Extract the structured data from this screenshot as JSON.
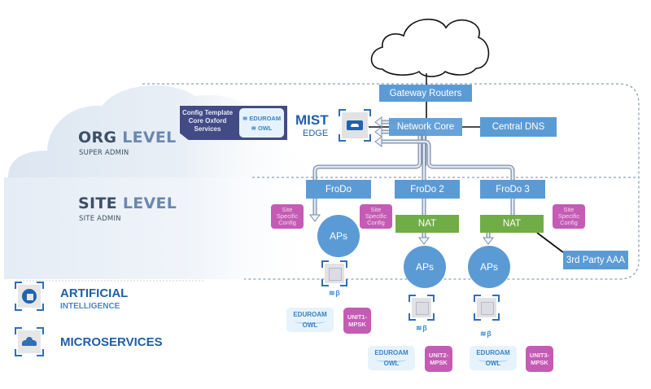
{
  "levels": {
    "org": {
      "title_dark": "ORG",
      "title_light": " LEVEL",
      "subtitle": "SUPER ADMIN"
    },
    "site": {
      "title_dark": "SITE",
      "title_light": " LEVEL",
      "subtitle": "SITE ADMIN"
    }
  },
  "config_template": {
    "lines": [
      "Config Template",
      "Core Oxford",
      "Services"
    ],
    "services": [
      "EDUROAM",
      "OWL"
    ]
  },
  "mist_edge": {
    "title": "MIST",
    "subtitle": "EDGE",
    "icon": "cloud-icon"
  },
  "core": {
    "internet_icon": "cloud-outline-icon",
    "gateway": "Gateway Routers",
    "network_core": "Network Core",
    "central_dns": "Central DNS"
  },
  "sites": [
    {
      "frodo": "FroDo",
      "nat": null,
      "site_config": "Site Specific Config",
      "ap": "APs",
      "ssids": [
        "EDUROAM",
        "OWL"
      ],
      "unit": "UNIT1-MPSK"
    },
    {
      "frodo": "FroDo 2",
      "nat": "NAT",
      "site_config": "Site Specific Config",
      "ap": "APs",
      "ssids": [
        "EDUROAM",
        "OWL"
      ],
      "unit": "UNIT2-MPSK"
    },
    {
      "frodo": "FroDo 3",
      "nat": "NAT",
      "site_config": "Site Specific Config",
      "ap": "APs",
      "ssids": [
        "EDUROAM",
        "OWL"
      ],
      "unit": "UNIT3-MPSK"
    }
  ],
  "aaa": "3rd Party AAA",
  "site_config_lines": [
    "Site",
    "Specific",
    "Config"
  ],
  "ap_radio_label": "wifi-bluetooth-icon",
  "legend": {
    "ai": {
      "title": "ARTIFICIAL",
      "subtitle": "INTELLIGENCE",
      "icon": "brain-chip-icon"
    },
    "micro": {
      "title": "MICROSERVICES",
      "icon": "container-cloud-icon"
    }
  },
  "colors": {
    "box_blue": "#5b9bd5",
    "nat_green": "#70ad47",
    "site_config_magenta": "#c55bb5",
    "config_template_navy": "#434b85",
    "mist_blue": "#1f5fa8"
  }
}
